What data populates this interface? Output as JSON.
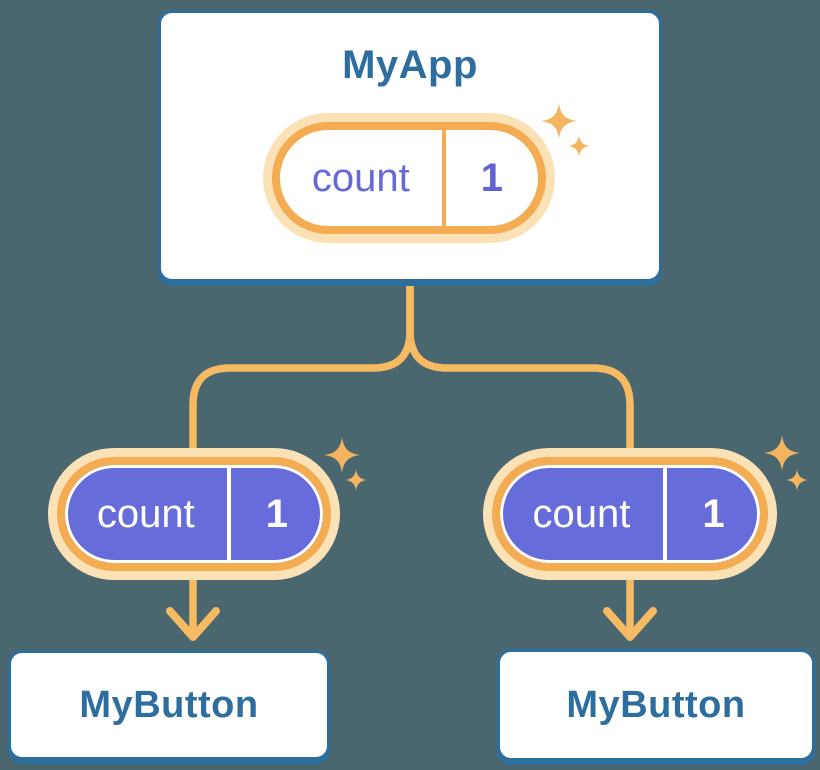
{
  "diagram": {
    "root": {
      "title": "MyApp",
      "state": {
        "label": "count",
        "value": "1"
      }
    },
    "children": [
      {
        "title": "MyButton",
        "state": {
          "label": "count",
          "value": "1"
        }
      },
      {
        "title": "MyButton",
        "state": {
          "label": "count",
          "value": "1"
        }
      }
    ]
  },
  "colors": {
    "background": "#4A666F",
    "card_background": "#FFFFFF",
    "card_border": "#2D6F9C",
    "heading_text": "#2E6E9E",
    "state_pill_purple": "#676CDB",
    "state_text_purple": "#666AD8",
    "pill_border_orange": "#F3AC52",
    "pill_glow": "#FBE2B6",
    "connector_orange": "#F6BA62",
    "sparkle_orange": "#F5B45F"
  }
}
